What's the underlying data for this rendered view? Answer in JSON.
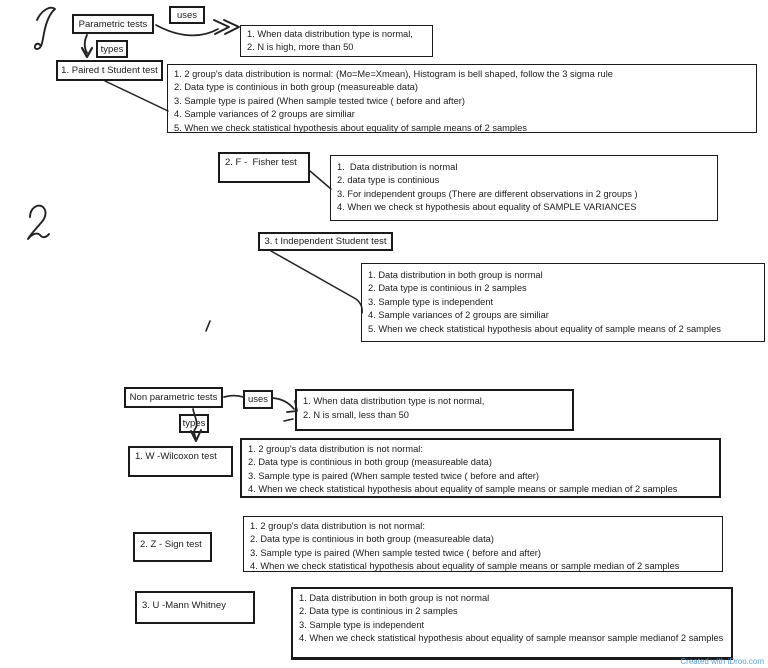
{
  "watermark": {
    "label": "Created with iDroo.com",
    "color": "#5b9fd6"
  },
  "colors": {
    "stroke": "#222222",
    "box_border": "#1a1a1a",
    "background": "#ffffff"
  },
  "handwritten": {
    "section1_number": "1",
    "section2_number": "2",
    "stray_mark": "'"
  },
  "parametric": {
    "title": "Parametric tests",
    "uses_label": "uses",
    "types_label": "types",
    "uses_criteria": [
      "1. When data distribution type is normal,",
      "2. N is high, more than 50"
    ],
    "tests": [
      {
        "label": "1. Paired t Student test",
        "criteria": [
          "1. 2 group's data distribution is normal: (Mo=Me=Xmean), Histogram is bell shaped, follow the 3 sigma rule",
          "2. Data type is continious in both group (measureable data)",
          "3. Sample type is paired (When sample tested twice ( before and after)",
          "4. Sample variances of 2 groups are similiar",
          "5. When we check statistical hypothesis about equality of sample means of 2 samples"
        ]
      },
      {
        "label": "2. F -  Fisher test",
        "criteria": [
          "1.  Data distribution is normal",
          "2. data type is continious",
          "3. For independent groups (There are different observations in 2 groups )",
          "4. When we check st hypothesis about equality of SAMPLE VARIANCES"
        ]
      },
      {
        "label": "3. t Independent Student test",
        "criteria": [
          "1. Data distribution in both group is normal",
          "2. Data type is continious in 2 samples",
          "3. Sample type is independent",
          "4. Sample variances of 2 groups are similiar",
          "5. When we check statistical hypothesis about equality of sample means of 2 samples"
        ]
      }
    ]
  },
  "nonparametric": {
    "title": "Non parametric tests",
    "uses_label": "uses",
    "types_label": "types",
    "uses_criteria": [
      "1. When data distribution type is not normal,",
      "2. N is small, less than 50"
    ],
    "tests": [
      {
        "label": "1. W -Wilcoxon test",
        "criteria": [
          "1. 2 group's data distribution is not normal:",
          "2. Data type is continious in both group (measureable data)",
          "3. Sample type is paired (When sample tested twice ( before and after)",
          "4. When we check statistical hypothesis about equality of sample means or sample median of 2 samples"
        ]
      },
      {
        "label": "2. Z - Sign test",
        "criteria": [
          "1. 2 group's data distribution is not normal:",
          "2. Data type is continious in both group (measureable data)",
          "3. Sample type is paired (When sample tested twice ( before and after)",
          "4. When we check statistical hypothesis about equality of sample means or sample median of 2 samples"
        ]
      },
      {
        "label": "3. U -Mann Whitney",
        "criteria": [
          "1. Data distribution in both group is not normal",
          "2. Data type is continious in 2 samples",
          "3. Sample type is independent",
          "4. When we check statistical hypothesis about equality of sample meansor sample medianof 2 samples"
        ]
      }
    ]
  }
}
